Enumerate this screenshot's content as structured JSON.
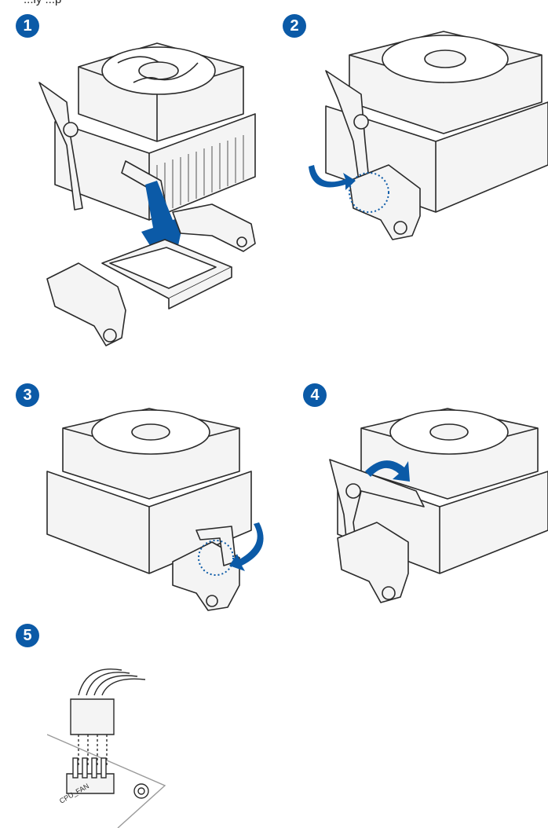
{
  "document": {
    "top_caption": "...ly    ...p  ",
    "steps": [
      {
        "number": "1"
      },
      {
        "number": "2"
      },
      {
        "number": "3"
      },
      {
        "number": "4"
      },
      {
        "number": "5"
      }
    ],
    "header_label": "CPU_FAN"
  },
  "colors": {
    "accent_blue": "#0b5aa7",
    "line": "#2a2a2a",
    "fill_light": "#f2f2f2"
  },
  "icons": [
    "cpu-cooler-illustration",
    "down-arrow-icon",
    "rotate-arrow-icon",
    "highlight-circle-icon",
    "fan-connector-illustration"
  ]
}
